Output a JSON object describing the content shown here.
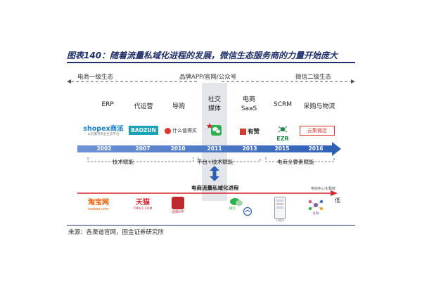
{
  "title": "图表140：随着流量私域化进程的发展，微信生态服务商的力量开始庞大",
  "top_labels": {
    "left": "电商一级生态",
    "center": "品牌APP/官网/公众号",
    "right": "微信二级生态"
  },
  "stages": [
    {
      "label": "ERP"
    },
    {
      "label": "代运营"
    },
    {
      "label": "导购"
    },
    {
      "label": "社交\n媒体"
    },
    {
      "label": "电商\nSaaS"
    },
    {
      "label": "SCRM"
    },
    {
      "label": "采购与物流"
    }
  ],
  "timeline_years": [
    "2002",
    "2007",
    "2010",
    "2011",
    "2013",
    "2015",
    "2016"
  ],
  "logos": [
    {
      "name": "shopex商派",
      "sub": "以云服务商业生态平台",
      "color": "#1a7fd0"
    },
    {
      "name": "BAOZUN",
      "color": "#1aa3b8"
    },
    {
      "name": "什么值得买",
      "color": "#e0362e"
    },
    {
      "name": "微信",
      "color": "#2bb24c"
    },
    {
      "name": "有赞",
      "color": "#d83a32"
    },
    {
      "name": "EZR",
      "color": "#1a8a44"
    },
    {
      "name": "云集微店",
      "color": "#e0362e"
    }
  ],
  "below_labels": {
    "left": "技术赋能",
    "center": "平台+技术赋能",
    "right": "电商全要素赋能"
  },
  "process_label": "电商流量私域化进程",
  "axis_right": {
    "top": "电商中心化程度",
    "bottom": "低"
  },
  "bottom_items": [
    {
      "name": "淘宝网",
      "sub": "taobao.com",
      "color": "#f05a00"
    },
    {
      "name": "天猫",
      "sub": "TMALL.COM",
      "color": "#d8262e"
    },
    {
      "name": "品牌APP",
      "color": "#c0282e"
    },
    {
      "name": "微信",
      "color": "#2bb24c"
    },
    {
      "name": "小程序",
      "color": "#6c7a8a"
    },
    {
      "name": "社群",
      "color": "#7a5ca8"
    }
  ],
  "colors": {
    "title": "#1f2f6b",
    "timeline": "#3d6cc4",
    "highlight": "#e3e6ea",
    "flow_arrow": "#d8262e",
    "double_arrow": "#2d5fb5"
  },
  "source": "来源：各渠道官网，国金证券研究所"
}
